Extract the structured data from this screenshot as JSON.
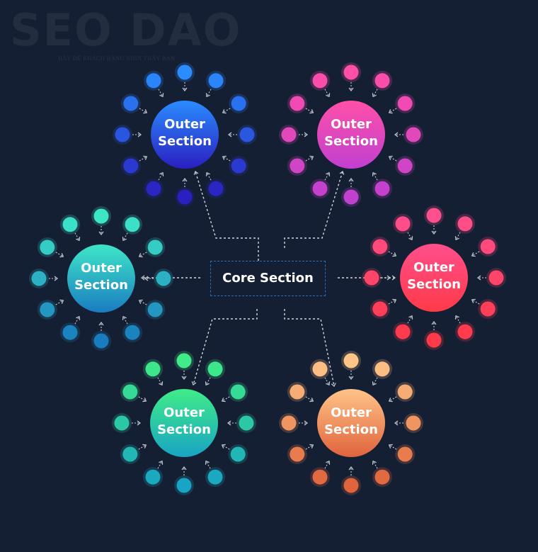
{
  "watermark": {
    "title": "SEO DAO",
    "subtitle": "HÃY ĐỂ KHÁCH HÀNG NHÌN THẤY BẠN"
  },
  "core": {
    "label": "Core Section"
  },
  "clusters": [
    {
      "id": "blue",
      "line1": "Outer",
      "line2": "Section",
      "top_color": "#2a8cff",
      "bottom_color": "#2a1fc0"
    },
    {
      "id": "pink",
      "line1": "Outer",
      "line2": "Section",
      "top_color": "#ff4fa8",
      "bottom_color": "#c040d0"
    },
    {
      "id": "teal",
      "line1": "Outer",
      "line2": "Section",
      "top_color": "#3ee6c8",
      "bottom_color": "#1a7cc0"
    },
    {
      "id": "red",
      "line1": "Outer",
      "line2": "Section",
      "top_color": "#ff4f8c",
      "bottom_color": "#ff3a48"
    },
    {
      "id": "green",
      "line1": "Outer",
      "line2": "Section",
      "top_color": "#40ec88",
      "bottom_color": "#18a4c4"
    },
    {
      "id": "orange",
      "line1": "Outer",
      "line2": "Section",
      "top_color": "#ffc488",
      "bottom_color": "#e0643c"
    }
  ],
  "background": "#151f33"
}
